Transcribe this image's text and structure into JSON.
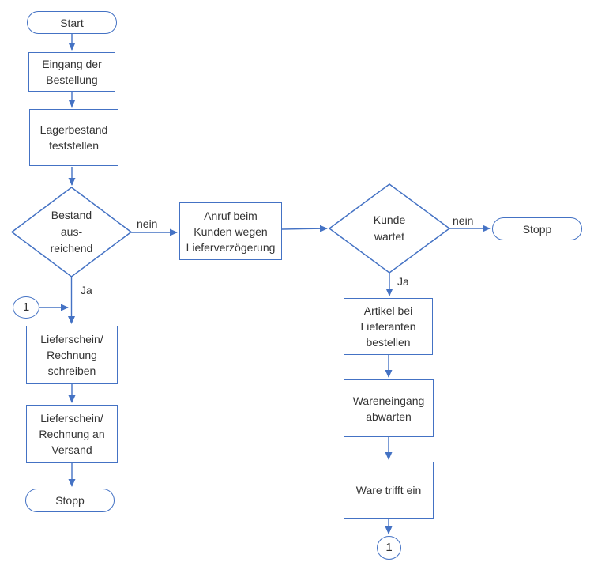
{
  "diagram": {
    "title": "Bestellprozess Flussdiagramm",
    "language": "de",
    "accent_color": "#4472C4",
    "text_color": "#333333",
    "background_color": "#ffffff"
  },
  "nodes": {
    "start": {
      "type": "terminator",
      "label": "Start"
    },
    "order_received": {
      "type": "process",
      "label": "Eingang der\nBestellung"
    },
    "check_stock": {
      "type": "process",
      "label": "Lagerbestand\nfeststellen"
    },
    "stock_sufficient": {
      "type": "decision",
      "label": "Bestand\naus-\nreichend"
    },
    "call_customer": {
      "type": "process",
      "label": "Anruf beim\nKunden wegen\nLieferverzögerung"
    },
    "customer_waits": {
      "type": "decision",
      "label": "Kunde\nwartet"
    },
    "stop_right": {
      "type": "terminator",
      "label": "Stopp"
    },
    "order_supplier": {
      "type": "process",
      "label": "Artikel bei\nLieferanten\nbestellen"
    },
    "await_goods": {
      "type": "process",
      "label": "Wareneingang\nabwarten"
    },
    "goods_arrive": {
      "type": "process",
      "label": "Ware trifft ein"
    },
    "connector_one_bottom": {
      "type": "connector",
      "label": "1"
    },
    "connector_one_left": {
      "type": "connector",
      "label": "1"
    },
    "write_delivery_note": {
      "type": "process",
      "label": "Lieferschein/\nRechnung\nschreiben"
    },
    "delivery_note_to_shipping": {
      "type": "process",
      "label": "Lieferschein/\nRechnung an\nVersand"
    },
    "stop_left": {
      "type": "terminator",
      "label": "Stopp"
    }
  },
  "edge_labels": {
    "stock_no": "nein",
    "stock_yes": "Ja",
    "wait_no": "nein",
    "wait_yes": "Ja"
  }
}
